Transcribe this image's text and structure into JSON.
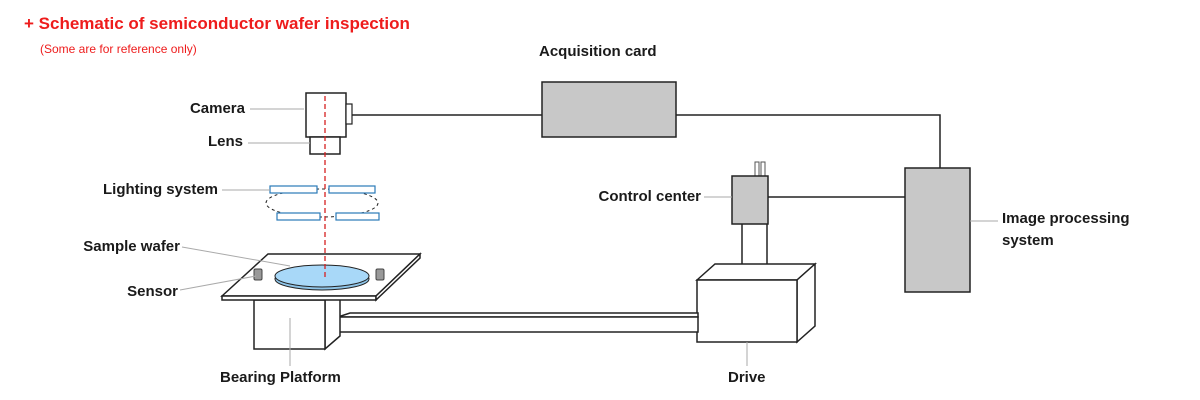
{
  "header": {
    "title": "+ Schematic of semiconductor wafer inspection",
    "subtitle": "(Some are for reference only)"
  },
  "labels": {
    "camera": "Camera",
    "lens": "Lens",
    "lighting": "Lighting system",
    "sample_wafer": "Sample wafer",
    "sensor": "Sensor",
    "bearing_platform": "Bearing Platform",
    "acquisition_card": "Acquisition card",
    "control_center": "Control center",
    "image_processing_line1": "Image processing",
    "image_processing_line2": "system",
    "drive": "Drive"
  },
  "colors": {
    "title": "#ee1c1c",
    "box_fill": "#c8c8c8",
    "wafer_fill": "#a8d8f8",
    "light_bar": "#2a7ab8",
    "beam": "#d62020",
    "leader": "#aaaaaa",
    "stroke": "#222222"
  }
}
